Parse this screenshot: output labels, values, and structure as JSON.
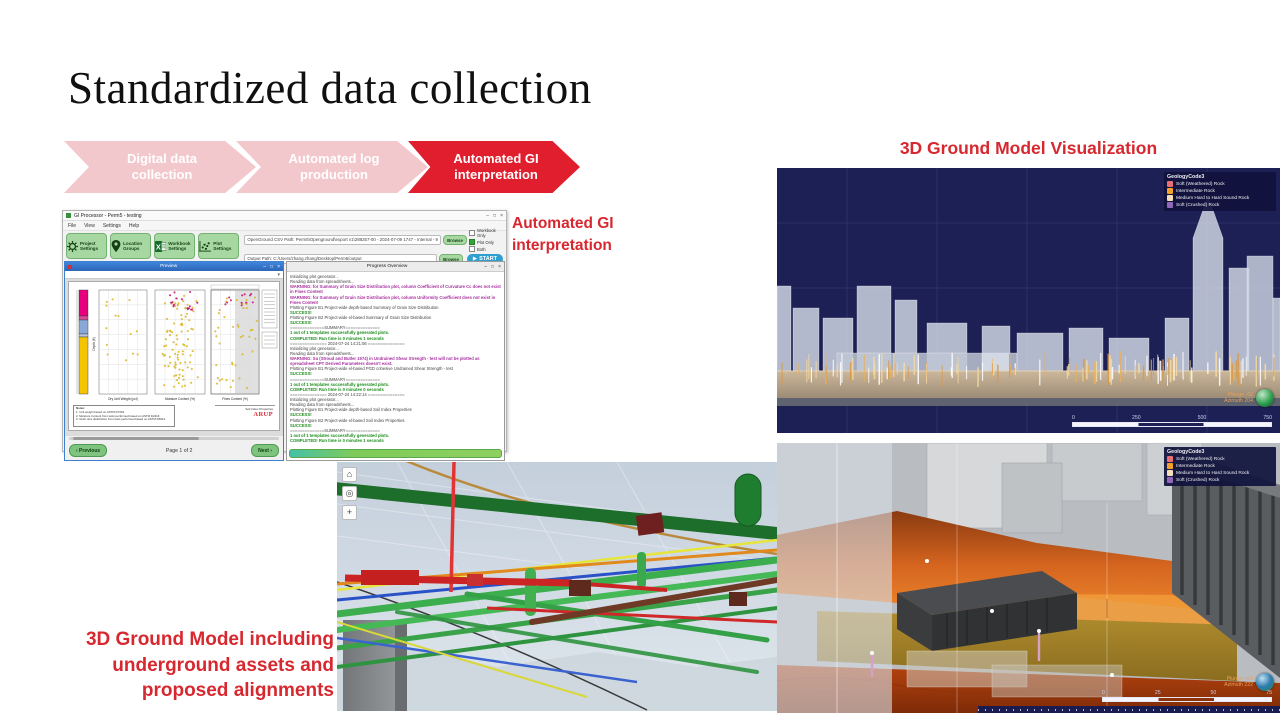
{
  "slide": {
    "title": "Standardized data collection",
    "accent_red": "#d7282f",
    "steps": [
      {
        "label": "Digital data collection"
      },
      {
        "label": "Automated log production"
      },
      {
        "label": "Automated GI interpretation"
      }
    ],
    "caption_gi": "Automated GI\ninterpretation",
    "heading_viz": "3D Ground Model Visualization",
    "caption_assets": "3D Ground Model including\nunderground assets and\nproposed alignments"
  },
  "app": {
    "window_title": "GI Processor - Perm5 - testing",
    "window_controls": {
      "minimize": "–",
      "maximize": "□",
      "close": "×"
    },
    "menu": [
      "File",
      "View",
      "Settings",
      "Help"
    ],
    "toolbar": [
      {
        "label": "Project Settings"
      },
      {
        "label": "Location Groups"
      },
      {
        "label": "Workbook Settings"
      },
      {
        "label": "Plot Settings"
      }
    ],
    "openground_path": "OpenGround CSV Path: Perm5\\Openground\\export v1\\288257-00 - 2024-07-09 1747 - Internal - 9",
    "output_path": "Output Path: C:/Users/zhang.zhang/Desktop/Perm5/output",
    "browse_label": "Browse",
    "run_options": [
      {
        "label": "Workbook Only",
        "checked": false
      },
      {
        "label": "Plot Only",
        "checked": true
      },
      {
        "label": "Both",
        "checked": false
      }
    ],
    "start_label": "START",
    "preview": {
      "title": "Preview",
      "xlabels": [
        "Dry Unit Weight (pcf)",
        "Moisture Content (%)",
        "Fines Content (%)"
      ],
      "ylabel": "Depth (ft)",
      "notes_title": "Notes:",
      "notes": [
        "1. Unit weight based on ASTM D7263",
        "2. Moisture Content from tests performed based on ASTM D2216",
        "3. Grain size distribution from tests performed based on ASTM D6913"
      ],
      "titleblock": "Soil Index Properties",
      "brand": "ARUP",
      "prev_label": "‹ Previous",
      "page_label": "Page 1 of 2",
      "next_label": "Next ›"
    },
    "progress": {
      "title": "Progress Overview",
      "log": [
        {
          "t": "Initializing plot generator...",
          "c": "info"
        },
        {
          "t": "Reading data from spreadsheets...",
          "c": "info"
        },
        {
          "t": "WARNING: for Summary of Grain Size Distribution plot, column Coefficient of Curvature Cc does not exist in Fines Content",
          "c": "warn"
        },
        {
          "t": "WARNING: for Summary of Grain Size Distribution plot, column Uniformity Coefficient does not exist in Fines Content",
          "c": "warn"
        },
        {
          "t": "Plotting Figure B1 Project-wide depth-based Summary of Grain Size Distribution",
          "c": "info"
        },
        {
          "t": "SUCCESS!",
          "c": "ok"
        },
        {
          "t": "Plotting Figure B2 Project-wide el-based Summary of Grain Size Distribution",
          "c": "info"
        },
        {
          "t": "SUCCESS!",
          "c": "ok"
        },
        {
          "t": "==============SUMMARY==============",
          "c": "info"
        },
        {
          "t": "1 out of 1 templates successfully generated plots.",
          "c": "ok"
        },
        {
          "t": "COMPLETED! Run time is 0 minutes 1 seconds",
          "c": "ok"
        },
        {
          "t": "=============== 2024-07-24 14:21:56 ===============",
          "c": "info"
        },
        {
          "t": "Initializing plot generator...",
          "c": "info"
        },
        {
          "t": "Reading data from spreadsheets...",
          "c": "info"
        },
        {
          "t": "WARNING: Su (Stroud and Butler 1974) in Undrained Shear Strength - test will not be plotted as spreadsheet CPT Derived Parameters doesn't exist.",
          "c": "warn"
        },
        {
          "t": "Plotting Figure B1 Project-wide el-based PGD cohesive Undrained Shear Strength - test",
          "c": "info"
        },
        {
          "t": "SUCCESS!",
          "c": "ok"
        },
        {
          "t": "==============SUMMARY==============",
          "c": "info"
        },
        {
          "t": "1 out of 1 templates successfully generated plots.",
          "c": "ok"
        },
        {
          "t": "COMPLETED! Run time is 0 minutes 0 seconds",
          "c": "ok"
        },
        {
          "t": "=============== 2024-07-24 14:22:14 ===============",
          "c": "info"
        },
        {
          "t": "Initializing plot generator...",
          "c": "info"
        },
        {
          "t": "Reading data from spreadsheets...",
          "c": "info"
        },
        {
          "t": "Plotting Figure B1 Project-wide depth-based Soil Index Properties",
          "c": "info"
        },
        {
          "t": "SUCCESS!",
          "c": "ok"
        },
        {
          "t": "Plotting Figure B2 Project-wide el-based Soil Index Properties",
          "c": "info"
        },
        {
          "t": "SUCCESS!",
          "c": "ok"
        },
        {
          "t": "==============SUMMARY==============",
          "c": "info"
        },
        {
          "t": "1 out of 1 templates successfully generated plots.",
          "c": "ok"
        },
        {
          "t": "COMPLETED! Run time is 0 minutes 1 seconds",
          "c": "ok"
        }
      ]
    }
  },
  "viz_top": {
    "legend_title": "GeologyCode3",
    "legend": [
      {
        "label": "Soft (Weathered) Rock",
        "color": "#e86f74"
      },
      {
        "label": "Intermediate Rock",
        "color": "#f2a22b"
      },
      {
        "label": "Medium Hard to Hard Sound Rock",
        "color": "#f4dfb8"
      },
      {
        "label": "Soft (Crushed) Rock",
        "color": "#9168b8"
      }
    ],
    "plunge": "Plunge -02",
    "azimuth": "Azimuth 204",
    "scale": [
      "0",
      "250",
      "500",
      "750"
    ]
  },
  "viz_bottom": {
    "legend_title": "GeologyCode3",
    "legend": [
      {
        "label": "Soft (Weathered) Rock",
        "color": "#e86f74"
      },
      {
        "label": "Intermediate Rock",
        "color": "#f2a22b"
      },
      {
        "label": "Medium Hard to Hard Sound Rock",
        "color": "#f4dfb8"
      },
      {
        "label": "Soft (Crushed) Rock",
        "color": "#9168b8"
      }
    ],
    "plunge": "Plunge +09",
    "azimuth": "Azimuth 222",
    "scale": [
      "0",
      "25",
      "50",
      "75"
    ]
  }
}
